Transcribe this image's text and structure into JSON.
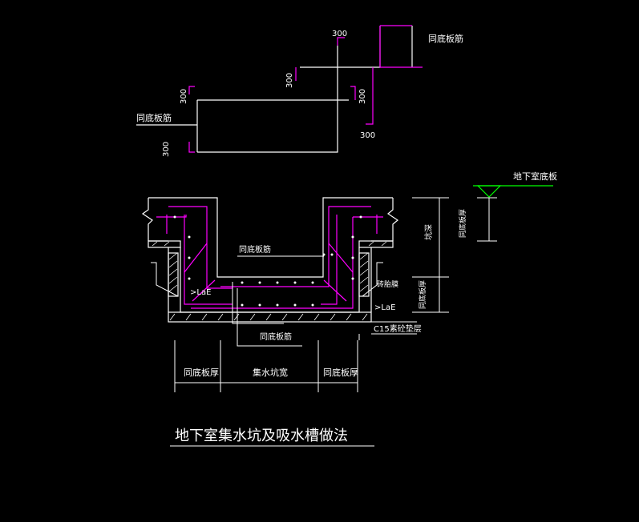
{
  "colors": {
    "background": "#000000",
    "rebar": "#ff00ff",
    "outline": "#ffffff",
    "cyan": "#00ffff",
    "green": "#00ff00",
    "text": "#ffffff"
  },
  "top_detail": {
    "label_right": "同底板筋",
    "label_left": "同底板筋",
    "dim_top": "300",
    "dim_mid": "300",
    "dim_left_upper": "300",
    "dim_right_upper": "300",
    "dim_left_lower": "300",
    "dim_bottom_right": "300"
  },
  "section": {
    "ground_label": "地下室底板",
    "label_top_rebar": "同底板筋",
    "label_bottom_rebar": "同底板筋",
    "label_brick": "砖胎膜",
    "label_lae_left": ">LaE",
    "label_lae_right": ">LaE",
    "label_cushion": "C15素砼垫层",
    "label_pit_depth": "坑深",
    "label_slab_thk_upper": "同底板厚",
    "label_slab_thk_lower": "同底板厚",
    "dim_left": "同底板厚",
    "dim_mid": "集水坑宽",
    "dim_right": "同底板厚"
  },
  "title": "地下室集水坑及吸水槽做法"
}
